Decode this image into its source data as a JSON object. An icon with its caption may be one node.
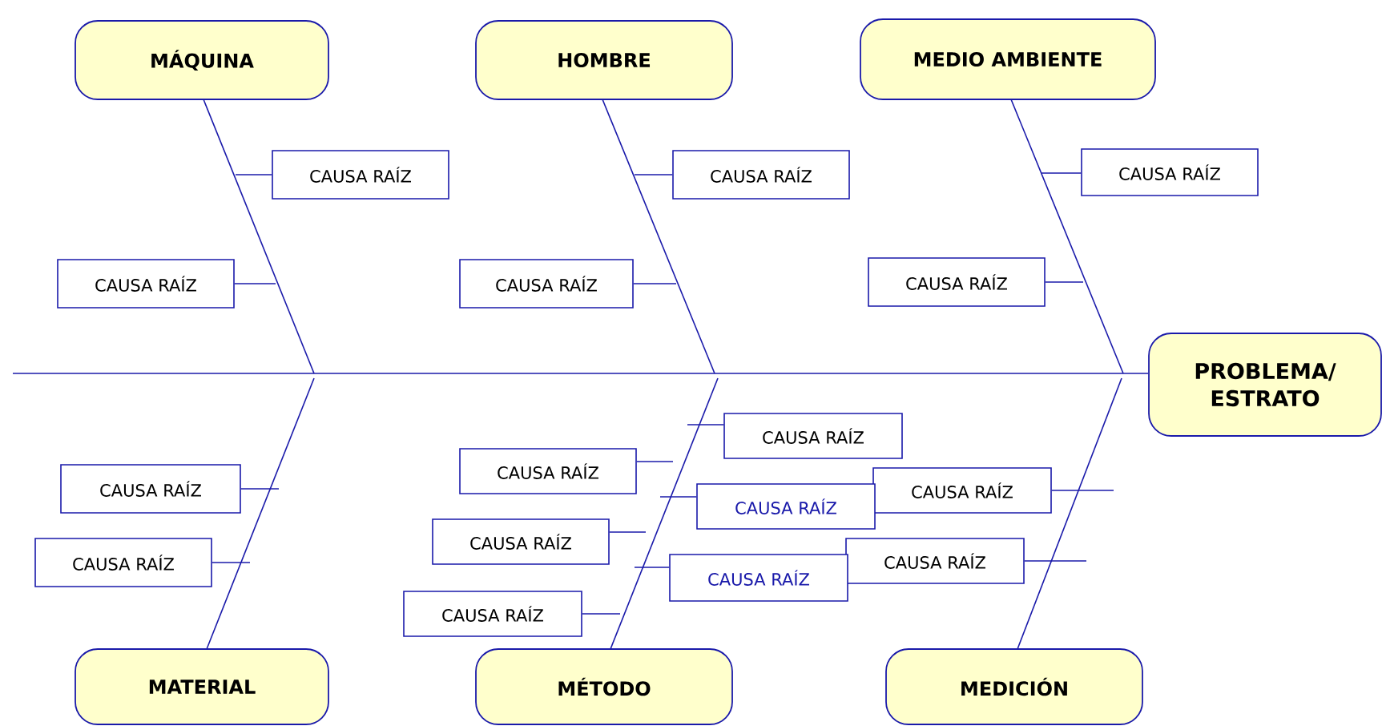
{
  "diagram": {
    "nodes": [
      {
        "text": [
          "MÁQUINA"
        ]
      },
      {
        "text": [
          "HOMBRE"
        ]
      },
      {
        "text": [
          "MEDIO AMBIENTE"
        ]
      },
      {
        "text": [
          "CAUSA RAÍZ"
        ]
      },
      {
        "text": [
          "CAUSA RAÍZ"
        ]
      },
      {
        "text": [
          "CAUSA RAÍZ"
        ]
      },
      {
        "text": [
          "CAUSA RAÍZ"
        ]
      },
      {
        "text": [
          "CAUSA RAÍZ"
        ]
      },
      {
        "text": [
          "CAUSA RAÍZ"
        ]
      },
      {
        "text": [
          "PROBLEMA/ ESTRATO"
        ]
      },
      {
        "text": [
          "CAUSA RAÍZ"
        ]
      },
      {
        "text": [
          "CAUSA RAÍZ"
        ]
      },
      {
        "text": [
          "CAUSA RAÍZ"
        ]
      },
      {
        "text": [
          "CAUSA RAÍZ"
        ]
      },
      {
        "text": [
          "CAUSA RAÍZ"
        ]
      },
      {
        "text": [
          "CAUSA RAÍZ"
        ]
      },
      {
        "text": [
          "CAUSA RAÍZ"
        ]
      },
      {
        "text": [
          "CAUSA RAÍZ"
        ]
      },
      {
        "text": [
          "CAUSA RAÍZ"
        ]
      },
      {
        "text": [
          "CAUSA RAÍZ"
        ]
      },
      {
        "text": [
          "MATERIAL"
        ]
      },
      {
        "text": [
          "MÉTODO"
        ]
      },
      {
        "text": [
          "MEDICIÓN"
        ]
      }
    ],
    "edges": [
      {
        "from": null,
        "to": 9,
        "arrow": "none"
      },
      {
        "from": 0,
        "to": null,
        "arrow": "none"
      },
      {
        "from": 1,
        "to": null,
        "arrow": "none"
      },
      {
        "from": 2,
        "to": null,
        "arrow": "none"
      },
      {
        "from": 20,
        "to": null,
        "arrow": "none"
      },
      {
        "from": 21,
        "to": null,
        "arrow": "none"
      },
      {
        "from": 22,
        "to": null,
        "arrow": "none"
      },
      {
        "from": 3,
        "to": null,
        "arrow": "none"
      },
      {
        "from": 4,
        "to": null,
        "arrow": "none"
      },
      {
        "from": 5,
        "to": null,
        "arrow": "none"
      },
      {
        "from": 6,
        "to": null,
        "arrow": "none"
      },
      {
        "from": 7,
        "to": null,
        "arrow": "none"
      },
      {
        "from": 8,
        "to": null,
        "arrow": "none"
      },
      {
        "from": 10,
        "to": null,
        "arrow": "none"
      },
      {
        "from": 11,
        "to": null,
        "arrow": "none"
      },
      {
        "from": 12,
        "to": null,
        "arrow": "none"
      },
      {
        "from": 13,
        "to": null,
        "arrow": "none"
      },
      {
        "from": 14,
        "to": null,
        "arrow": "none"
      },
      {
        "from": 15,
        "to": null,
        "arrow": "none"
      },
      {
        "from": 16,
        "to": null,
        "arrow": "none"
      },
      {
        "from": 17,
        "to": null,
        "arrow": "none"
      },
      {
        "from": 18,
        "to": null,
        "arrow": "none"
      },
      {
        "from": 19,
        "to": null,
        "arrow": "none"
      }
    ]
  }
}
